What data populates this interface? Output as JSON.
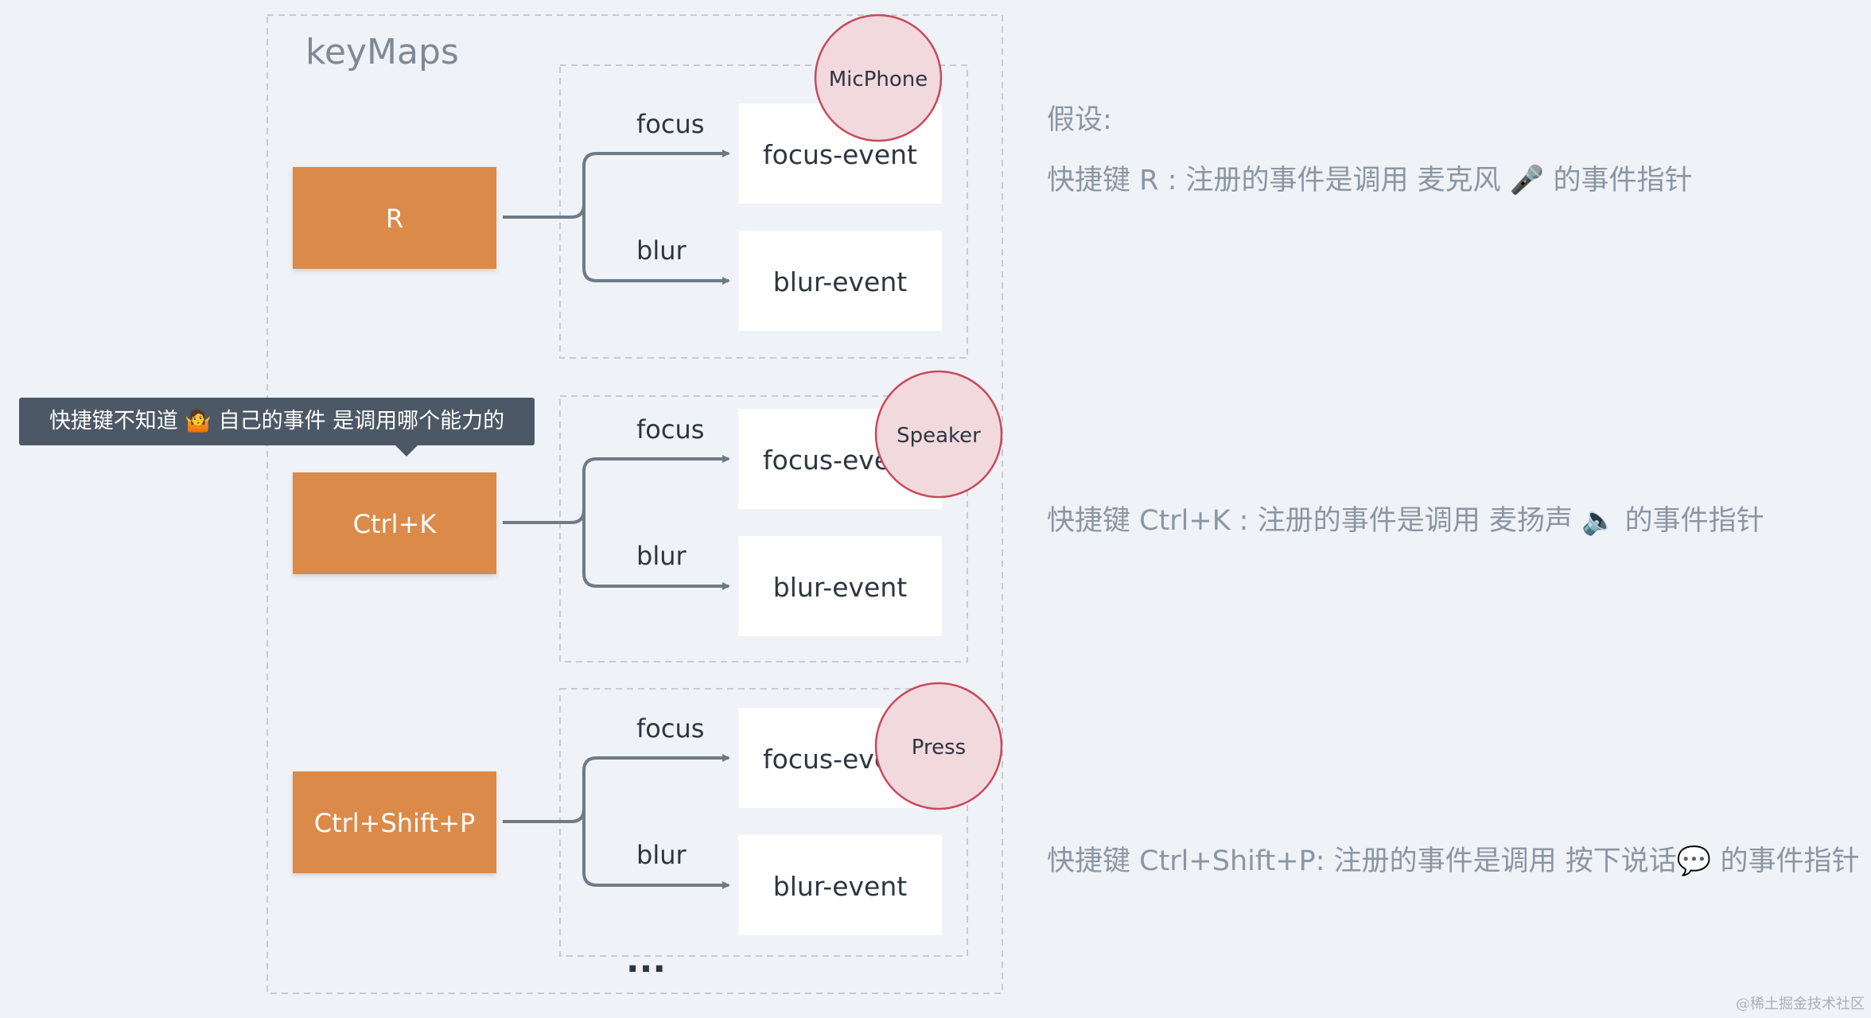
{
  "title": "keyMaps",
  "keys": [
    {
      "label": "R",
      "focus_label": "focus",
      "blur_label": "blur",
      "focus_event": "focus-event",
      "blur_event": "blur-event",
      "badge": "MicPhone"
    },
    {
      "label": "Ctrl+K",
      "focus_label": "focus",
      "blur_label": "blur",
      "focus_event": "focus-event",
      "blur_event": "blur-event",
      "badge": "Speaker"
    },
    {
      "label": "Ctrl+Shift+P",
      "focus_label": "focus",
      "blur_label": "blur",
      "focus_event": "focus-event",
      "blur_event": "blur-event",
      "badge": "Press"
    }
  ],
  "ellipsis": "...",
  "tooltip": "快捷键不知道 🤷 自己的事件 是调用哪个能力的",
  "notes": {
    "heading": "假设:",
    "r": "快捷键 R : 注册的事件是调用 麦克风 🎤 的事件指针",
    "ctrl_k": "快捷键 Ctrl+K : 注册的事件是调用 麦扬声 🔈 的事件指针",
    "ctrl_shift_p": "快捷键 Ctrl+Shift+P:   注册的事件是调用 按下说话💬 的事件指针"
  },
  "watermark": "@稀土掘金技术社区",
  "colors": {
    "background": "#eff2f6",
    "key_fill": "#dc8a4a",
    "badge_fill": "#f2d9dd",
    "badge_stroke": "#c8495a",
    "arrow": "#6e7a88",
    "tooltip_bg": "#4c5865"
  }
}
